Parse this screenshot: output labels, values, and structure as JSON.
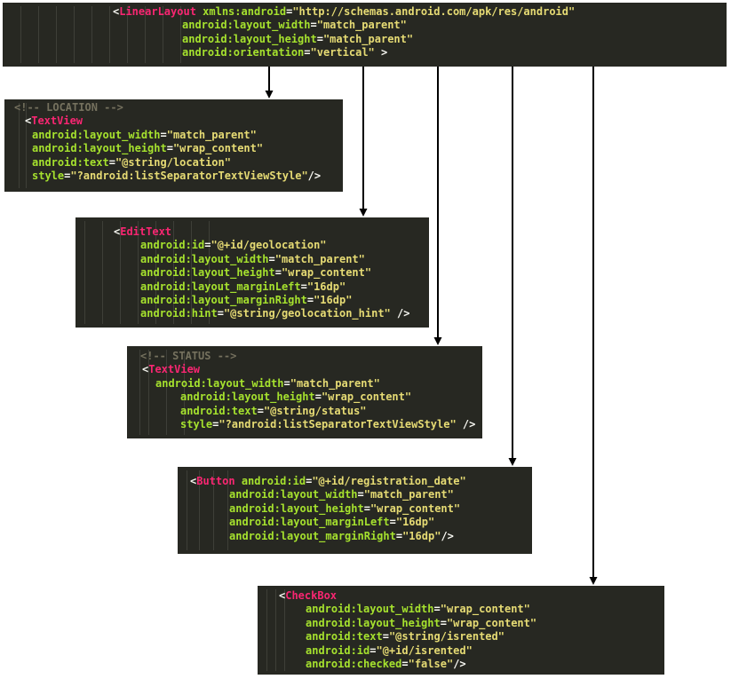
{
  "colors": {
    "background": "#272822",
    "tag": "#f92672",
    "attribute": "#a6e22e",
    "string": "#e6db74",
    "comment": "#75715e",
    "punctuation": "#f8f8f2",
    "arrow": "#000000"
  },
  "blocks": [
    {
      "id": "linear-layout",
      "lines": [
        [
          [
            "br",
            "<"
          ],
          [
            "tag",
            "LinearLayout"
          ],
          [
            "attr",
            " xmlns:android"
          ],
          [
            "eq",
            "="
          ],
          [
            "str",
            "\"http://schemas.android.com/apk/res/android\""
          ]
        ],
        [
          [
            "attr",
            "android:layout_width"
          ],
          [
            "eq",
            "="
          ],
          [
            "str",
            "\"match_parent\""
          ]
        ],
        [
          [
            "attr",
            "android:layout_height"
          ],
          [
            "eq",
            "="
          ],
          [
            "str",
            "\"match_parent\""
          ]
        ],
        [
          [
            "attr",
            "android:orientation"
          ],
          [
            "eq",
            "="
          ],
          [
            "str",
            "\"vertical\""
          ],
          [
            "br",
            " >"
          ]
        ]
      ]
    },
    {
      "id": "location-textview",
      "lines": [
        [
          [
            "cm",
            "<!-- LOCATION -->"
          ]
        ],
        [
          [
            "br",
            "<"
          ],
          [
            "tag",
            "TextView"
          ]
        ],
        [
          [
            "attr",
            "android:layout_width"
          ],
          [
            "eq",
            "="
          ],
          [
            "str",
            "\"match_parent\""
          ]
        ],
        [
          [
            "attr",
            "android:layout_height"
          ],
          [
            "eq",
            "="
          ],
          [
            "str",
            "\"wrap_content\""
          ]
        ],
        [
          [
            "attr",
            "android:text"
          ],
          [
            "eq",
            "="
          ],
          [
            "str",
            "\"@string/location\""
          ]
        ],
        [
          [
            "attr",
            "style"
          ],
          [
            "eq",
            "="
          ],
          [
            "str",
            "\"?android:listSeparatorTextViewStyle\""
          ],
          [
            "br",
            "/>"
          ]
        ]
      ]
    },
    {
      "id": "geolocation-edittext",
      "lines": [
        [
          [
            "br",
            "<"
          ],
          [
            "tag",
            "EditText"
          ]
        ],
        [
          [
            "attr",
            "android:id"
          ],
          [
            "eq",
            "="
          ],
          [
            "str",
            "\"@+id/geolocation\""
          ]
        ],
        [
          [
            "attr",
            "android:layout_width"
          ],
          [
            "eq",
            "="
          ],
          [
            "str",
            "\"match_parent\""
          ]
        ],
        [
          [
            "attr",
            "android:layout_height"
          ],
          [
            "eq",
            "="
          ],
          [
            "str",
            "\"wrap_content\""
          ]
        ],
        [
          [
            "attr",
            "android:layout_marginLeft"
          ],
          [
            "eq",
            "="
          ],
          [
            "str",
            "\"16dp\""
          ]
        ],
        [
          [
            "attr",
            "android:layout_marginRight"
          ],
          [
            "eq",
            "="
          ],
          [
            "str",
            "\"16dp\""
          ]
        ],
        [
          [
            "attr",
            "android:hint"
          ],
          [
            "eq",
            "="
          ],
          [
            "str",
            "\"@string/geolocation_hint\""
          ],
          [
            "br",
            " />"
          ]
        ]
      ]
    },
    {
      "id": "status-textview",
      "lines": [
        [
          [
            "cm",
            "<!-- STATUS -->"
          ]
        ],
        [
          [
            "br",
            "<"
          ],
          [
            "tag",
            "TextView"
          ]
        ],
        [
          [
            "attr",
            "android:layout_width"
          ],
          [
            "eq",
            "="
          ],
          [
            "str",
            "\"match_parent\""
          ]
        ],
        [
          [
            "attr",
            "android:layout_height"
          ],
          [
            "eq",
            "="
          ],
          [
            "str",
            "\"wrap_content\""
          ]
        ],
        [
          [
            "attr",
            "android:text"
          ],
          [
            "eq",
            "="
          ],
          [
            "str",
            "\"@string/status\""
          ]
        ],
        [
          [
            "attr",
            "style"
          ],
          [
            "eq",
            "="
          ],
          [
            "str",
            "\"?android:listSeparatorTextViewStyle\""
          ],
          [
            "br",
            " />"
          ]
        ]
      ]
    },
    {
      "id": "registration-date-button",
      "lines": [
        [
          [
            "br",
            "<"
          ],
          [
            "tag",
            "Button"
          ],
          [
            "attr",
            " android:id"
          ],
          [
            "eq",
            "="
          ],
          [
            "str",
            "\"@+id/registration_date\""
          ]
        ],
        [
          [
            "attr",
            "android:layout_width"
          ],
          [
            "eq",
            "="
          ],
          [
            "str",
            "\"match_parent\""
          ]
        ],
        [
          [
            "attr",
            "android:layout_height"
          ],
          [
            "eq",
            "="
          ],
          [
            "str",
            "\"wrap_content\""
          ]
        ],
        [
          [
            "attr",
            "android:layout_marginLeft"
          ],
          [
            "eq",
            "="
          ],
          [
            "str",
            "\"16dp\""
          ]
        ],
        [
          [
            "attr",
            "android:layout_marginRight"
          ],
          [
            "eq",
            "="
          ],
          [
            "str",
            "\"16dp\""
          ],
          [
            "br",
            "/>"
          ]
        ]
      ]
    },
    {
      "id": "isrented-checkbox",
      "lines": [
        [
          [
            "br",
            "<"
          ],
          [
            "tag",
            "CheckBox"
          ]
        ],
        [
          [
            "attr",
            "android:layout_width"
          ],
          [
            "eq",
            "="
          ],
          [
            "str",
            "\"wrap_content\""
          ]
        ],
        [
          [
            "attr",
            "android:layout_height"
          ],
          [
            "eq",
            "="
          ],
          [
            "str",
            "\"wrap_content\""
          ]
        ],
        [
          [
            "attr",
            "android:text"
          ],
          [
            "eq",
            "="
          ],
          [
            "str",
            "\"@string/isrented\""
          ]
        ],
        [
          [
            "attr",
            "android:id"
          ],
          [
            "eq",
            "="
          ],
          [
            "str",
            "\"@+id/isrented\""
          ]
        ],
        [
          [
            "attr",
            "android:checked"
          ],
          [
            "eq",
            "="
          ],
          [
            "str",
            "\"false\""
          ],
          [
            "br",
            "/>"
          ]
        ]
      ]
    }
  ]
}
